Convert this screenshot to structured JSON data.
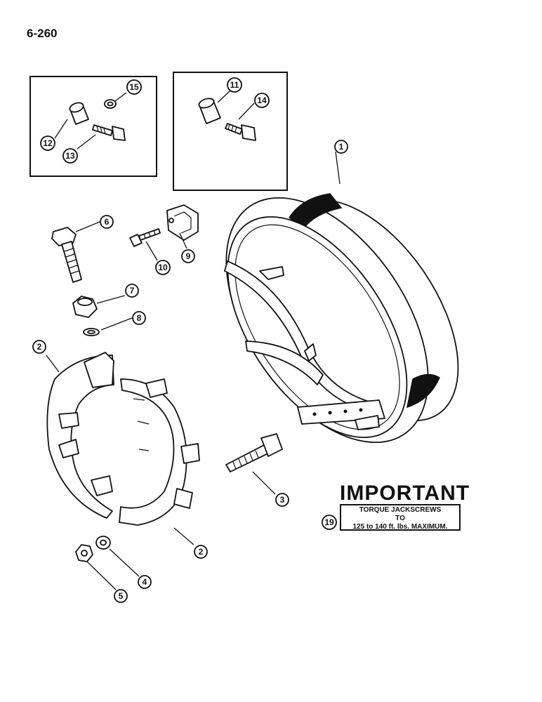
{
  "page_number": "6-260",
  "callouts": {
    "c1": "1",
    "c2a": "2",
    "c2b": "2",
    "c3": "3",
    "c4": "4",
    "c5": "5",
    "c6": "6",
    "c7": "7",
    "c8": "8",
    "c9": "9",
    "c10": "10",
    "c11": "11",
    "c12": "12",
    "c13": "13",
    "c14": "14",
    "c15": "15",
    "c19": "19"
  },
  "notice": {
    "title": "IMPORTANT",
    "line1": "TORQUE JACKSCREWS",
    "line2": "TO",
    "line3": "125 to 140 ft. lbs. MAXIMUM."
  }
}
